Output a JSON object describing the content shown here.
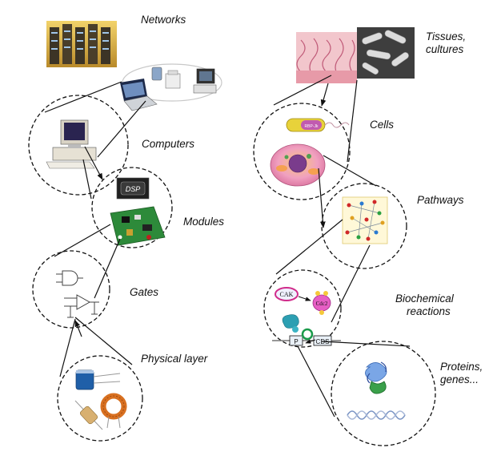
{
  "left_hierarchy": {
    "networks": "Networks",
    "computers": "Computers",
    "modules": "Modules",
    "gates": "Gates",
    "physical_layer": "Physical layer"
  },
  "right_hierarchy": {
    "tissues_line1": "Tissues,",
    "tissues_line2": "cultures",
    "cells": "Cells",
    "pathways": "Pathways",
    "biochemical_line1": "Biochemical",
    "biochemical_line2": "reactions",
    "proteins_line1": "Proteins,",
    "proteins_line2": "genes..."
  },
  "inline_labels": {
    "dsp": "DSP",
    "cak": "CAK",
    "cdc2": "Cdc2",
    "gene_p": "P",
    "gene_cds": "CDS",
    "rbp": "RBP-Jk"
  }
}
